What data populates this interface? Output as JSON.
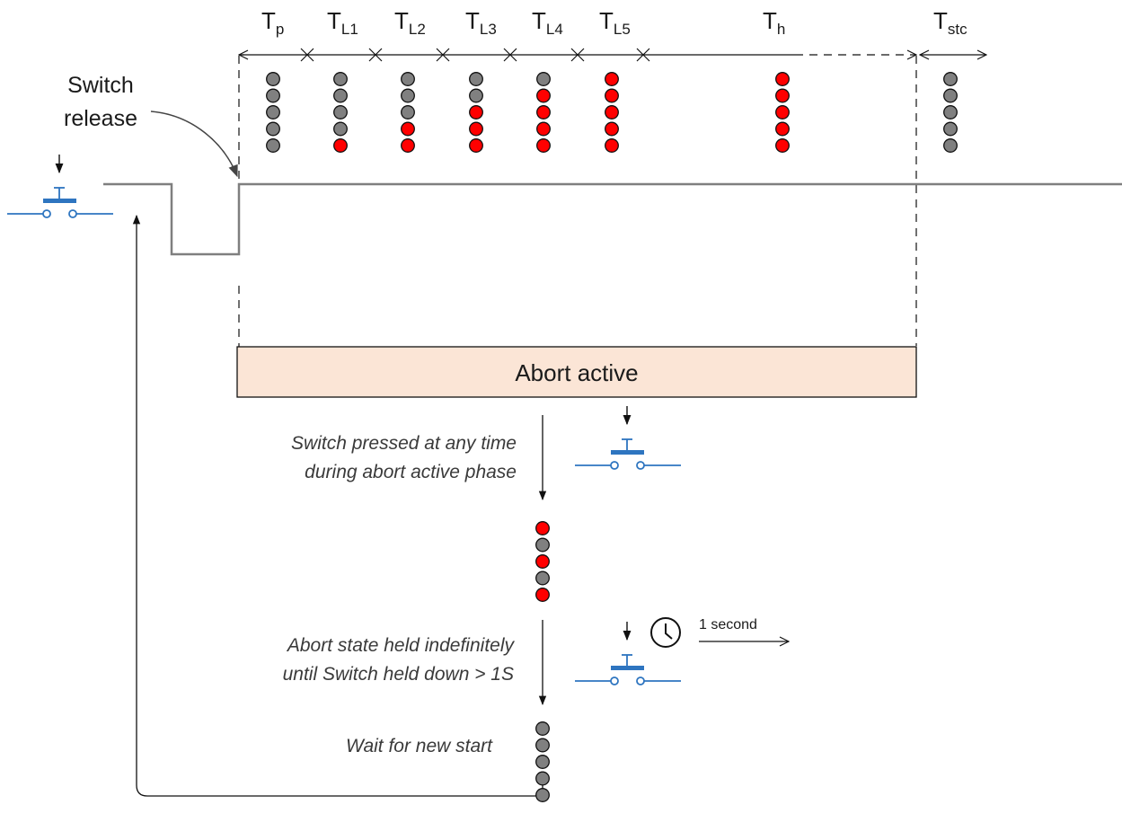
{
  "timeline": {
    "phases": [
      {
        "main": "T",
        "sub": "p",
        "leds": [
          "off",
          "off",
          "off",
          "off",
          "off"
        ]
      },
      {
        "main": "T",
        "sub": "L1",
        "leds": [
          "off",
          "off",
          "off",
          "off",
          "on"
        ]
      },
      {
        "main": "T",
        "sub": "L2",
        "leds": [
          "off",
          "off",
          "off",
          "on",
          "on"
        ]
      },
      {
        "main": "T",
        "sub": "L3",
        "leds": [
          "off",
          "off",
          "on",
          "on",
          "on"
        ]
      },
      {
        "main": "T",
        "sub": "L4",
        "leds": [
          "off",
          "on",
          "on",
          "on",
          "on"
        ]
      },
      {
        "main": "T",
        "sub": "L5",
        "leds": [
          "on",
          "on",
          "on",
          "on",
          "on"
        ]
      },
      {
        "main": "T",
        "sub": "h",
        "leds": [
          "on",
          "on",
          "on",
          "on",
          "on"
        ]
      },
      {
        "main": "T",
        "sub": "stc",
        "leds": [
          "off",
          "off",
          "off",
          "off",
          "off"
        ]
      }
    ]
  },
  "switch_release_label": [
    "Switch",
    "release"
  ],
  "abort_box": {
    "label": "Abort active"
  },
  "step1": {
    "text": [
      "Switch pressed at any time",
      "during abort active phase"
    ],
    "leds": [
      "on",
      "off",
      "on",
      "off",
      "on"
    ]
  },
  "step2": {
    "text": [
      "Abort state held indefinitely",
      "until Switch held down > 1S"
    ],
    "timer_label": "1 second",
    "leds": [
      "off",
      "off",
      "off",
      "off",
      "off"
    ]
  },
  "loop_label": "Wait for new start",
  "colors": {
    "led_on": "#ff0000",
    "led_off": "#808080",
    "switch_blue": "#2e75c0",
    "abort_fill": "#fbe5d6",
    "signal_gray": "#7f7f7f"
  },
  "icons": [
    "push-switch-icon",
    "clock-icon",
    "arrow-icon"
  ]
}
